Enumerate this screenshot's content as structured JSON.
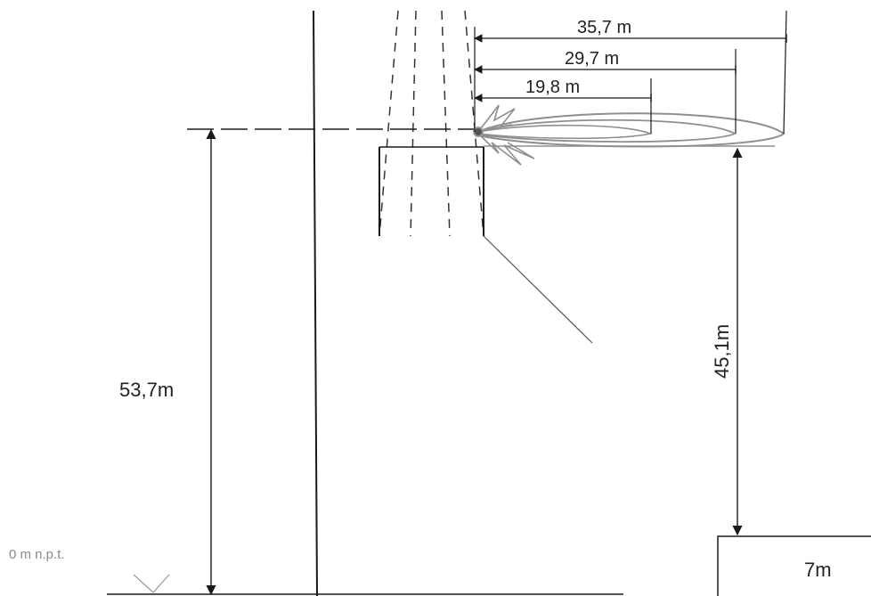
{
  "dimensions": {
    "horizontal": [
      {
        "label": "35,7 m"
      },
      {
        "label": "29,7 m"
      },
      {
        "label": "19,8 m"
      }
    ],
    "vertical_total": {
      "label": "53,7m"
    },
    "vertical_mid": {
      "label": "45,1m"
    },
    "building": {
      "label": "7m"
    }
  },
  "ground_label": "0 m n.p.t.",
  "colors": {
    "line": "#1a1a1a",
    "lobe": "#8f8f8f",
    "dashed": "#333333"
  }
}
